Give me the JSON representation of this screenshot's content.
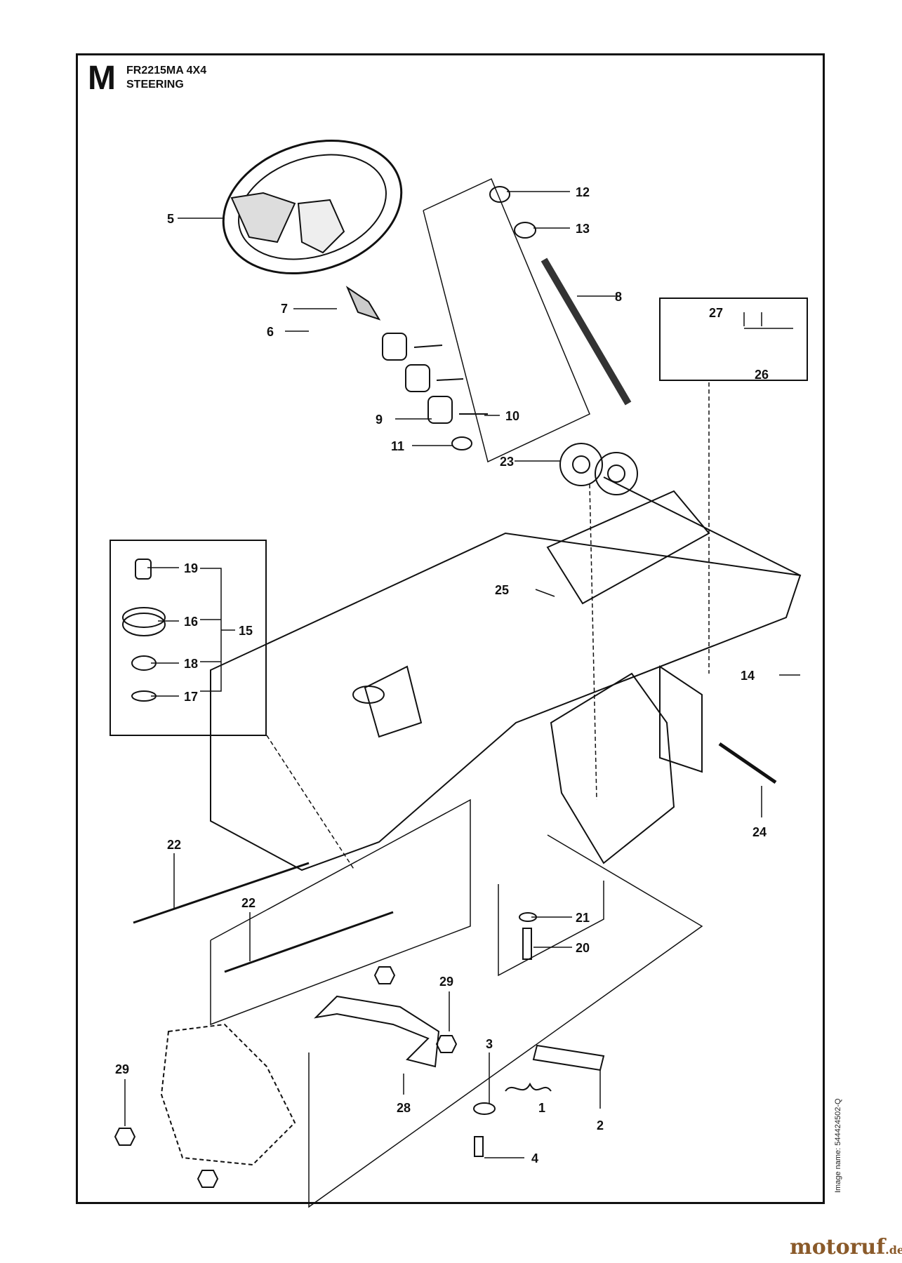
{
  "header": {
    "section_letter": "M",
    "model": "FR2215MA 4X4",
    "title": "STEERING"
  },
  "image_name": "Image name: 544424502-Q",
  "watermark": {
    "brand": "motoruf",
    "tld": ".de"
  },
  "callouts": [
    {
      "id": "c5",
      "text": "5"
    },
    {
      "id": "c12",
      "text": "12"
    },
    {
      "id": "c13",
      "text": "13"
    },
    {
      "id": "c8",
      "text": "8"
    },
    {
      "id": "c7",
      "text": "7"
    },
    {
      "id": "c6",
      "text": "6"
    },
    {
      "id": "c27",
      "text": "27"
    },
    {
      "id": "c26",
      "text": "26"
    },
    {
      "id": "c9",
      "text": "9"
    },
    {
      "id": "c10",
      "text": "10"
    },
    {
      "id": "c11",
      "text": "11"
    },
    {
      "id": "c23",
      "text": "23"
    },
    {
      "id": "c19",
      "text": "19"
    },
    {
      "id": "c25",
      "text": "25"
    },
    {
      "id": "c16",
      "text": "16"
    },
    {
      "id": "c15",
      "text": "15"
    },
    {
      "id": "c18",
      "text": "18"
    },
    {
      "id": "c17",
      "text": "17"
    },
    {
      "id": "c14",
      "text": "14"
    },
    {
      "id": "c24",
      "text": "24"
    },
    {
      "id": "c22a",
      "text": "22"
    },
    {
      "id": "c22b",
      "text": "22"
    },
    {
      "id": "c21",
      "text": "21"
    },
    {
      "id": "c20",
      "text": "20"
    },
    {
      "id": "c29a",
      "text": "29"
    },
    {
      "id": "c29b",
      "text": "29"
    },
    {
      "id": "c3",
      "text": "3"
    },
    {
      "id": "c1",
      "text": "1"
    },
    {
      "id": "c28",
      "text": "28"
    },
    {
      "id": "c2",
      "text": "2"
    },
    {
      "id": "c4",
      "text": "4"
    }
  ]
}
